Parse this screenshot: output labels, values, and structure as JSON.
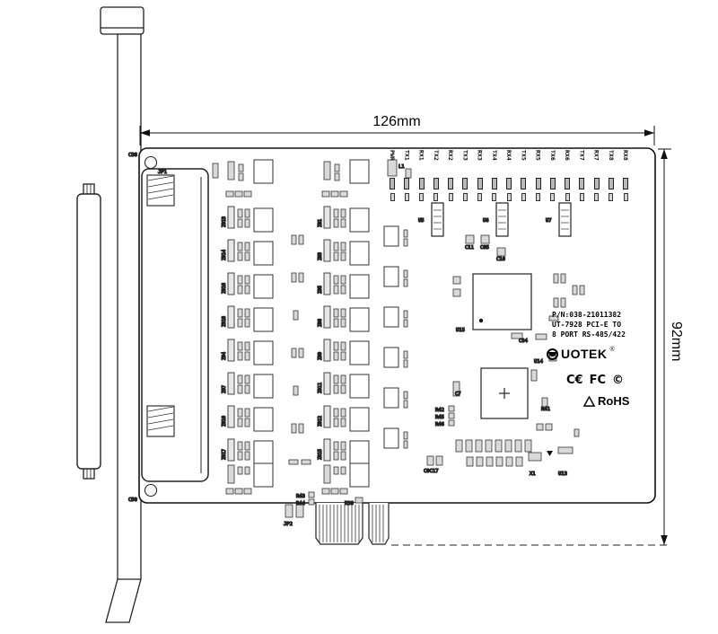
{
  "dimensions": {
    "width_label": "126mm",
    "height_label": "92mm"
  },
  "leds": [
    "PWR",
    "TX1",
    "RX1",
    "TX2",
    "RX2",
    "TX3",
    "RX3",
    "TX4",
    "RX4",
    "TX5",
    "RX5",
    "TX6",
    "RX6",
    "TX7",
    "RX7",
    "TX8",
    "RX8"
  ],
  "board": {
    "part_number": "P/N:038-21011382",
    "model_line1": "UT-7928 PCI-E TO",
    "model_line2": "8 PORT RS-485/422",
    "brand": "UOTEK",
    "reg_mark": "®",
    "cert_marks": [
      "C€",
      "FC",
      "©"
    ],
    "rohs": "RoHS",
    "micro_labels": [
      "JP1",
      "C38",
      "C50",
      "L1",
      "U5",
      "U6",
      "U7",
      "C11",
      "C85",
      "C10",
      "U15",
      "C34",
      "U14",
      "C7",
      "R42",
      "R45",
      "R46",
      "R41",
      "C8C17",
      "X1",
      "U13",
      "JP2",
      "R43",
      "R44",
      "R38"
    ],
    "array_labels_left": [
      "Z013",
      "Z014",
      "Z016",
      "Z018",
      "Z04",
      "Z07",
      "Z010",
      "Z017"
    ],
    "array_labels_right": [
      "Z01",
      "Z03",
      "Z05",
      "Z08",
      "Z09",
      "Z011",
      "Z012",
      "Z015"
    ]
  }
}
